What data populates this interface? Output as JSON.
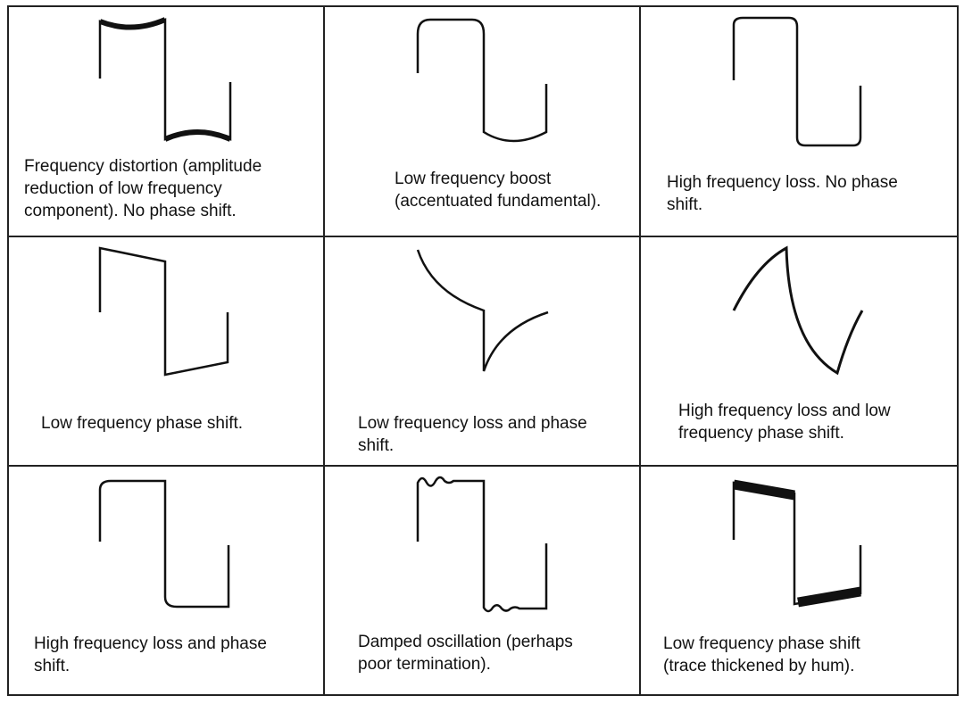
{
  "colors": {
    "line": "#222222",
    "trace": "#111111",
    "text": "#111111",
    "background": "#ffffff"
  },
  "cells": [
    {
      "name": "frequency-distortion",
      "caption": [
        "Frequency distortion (amplitude",
        "reduction of low frequency",
        "component).  No phase shift."
      ]
    },
    {
      "name": "low-frequency-boost",
      "caption": [
        "Low frequency boost",
        "(accentuated fundamental)."
      ]
    },
    {
      "name": "high-frequency-loss",
      "caption": [
        "High frequency loss.  No phase",
        "shift."
      ]
    },
    {
      "name": "low-frequency-phase-shift",
      "caption": [
        "Low frequency phase shift."
      ]
    },
    {
      "name": "low-frequency-loss-and-phase-shift",
      "caption": [
        "Low frequency loss and phase",
        "shift."
      ]
    },
    {
      "name": "high-frequency-loss-and-low-frequency-phase-shift",
      "caption": [
        "High frequency loss and low",
        "frequency phase shift."
      ]
    },
    {
      "name": "high-frequency-loss-and-phase-shift",
      "caption": [
        "High frequency loss and phase",
        "shift."
      ]
    },
    {
      "name": "damped-oscillation",
      "caption": [
        "Damped oscillation (perhaps",
        "poor termination)."
      ]
    },
    {
      "name": "low-frequency-phase-shift-hum",
      "caption": [
        "Low frequency phase shift",
        "(trace thickened by hum)."
      ]
    }
  ]
}
